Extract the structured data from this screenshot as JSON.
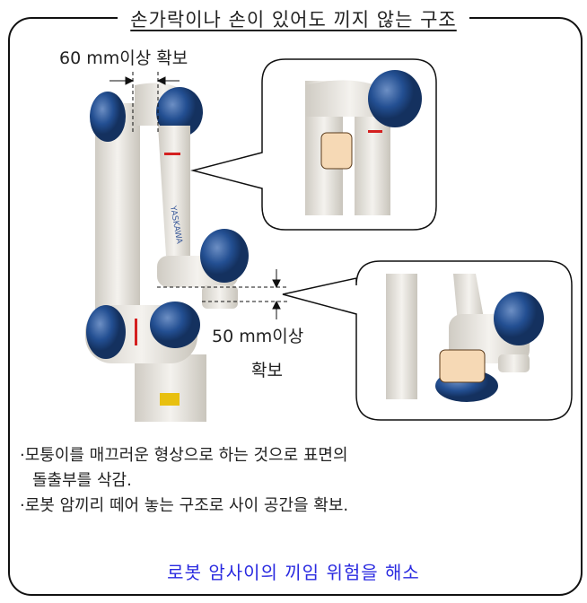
{
  "title": "손가락이나 손이 있어도 끼지 않는 구조",
  "dimensions": {
    "upper_gap": "60 mm이상 확보",
    "lower_gap_line1": "50 mm이상",
    "lower_gap_line2": "확보"
  },
  "robot": {
    "brand": "YASKAWA"
  },
  "bullets": [
    {
      "line1": "·모퉁이를 매끄러운 형상으로 하는 것으로 표면의",
      "line2": "돌출부를 삭감."
    },
    {
      "line1": "·로봇 암끼리 떼어 놓는 구조로 사이 공간을 확보."
    }
  ],
  "conclusion": "로봇 암사이의 끼임 위험을 해소",
  "colors": {
    "accent_blue": "#2a2ae0",
    "robot_body": "#e9e6df",
    "robot_cap": "#1f4a8a",
    "led_red": "#d42020"
  }
}
